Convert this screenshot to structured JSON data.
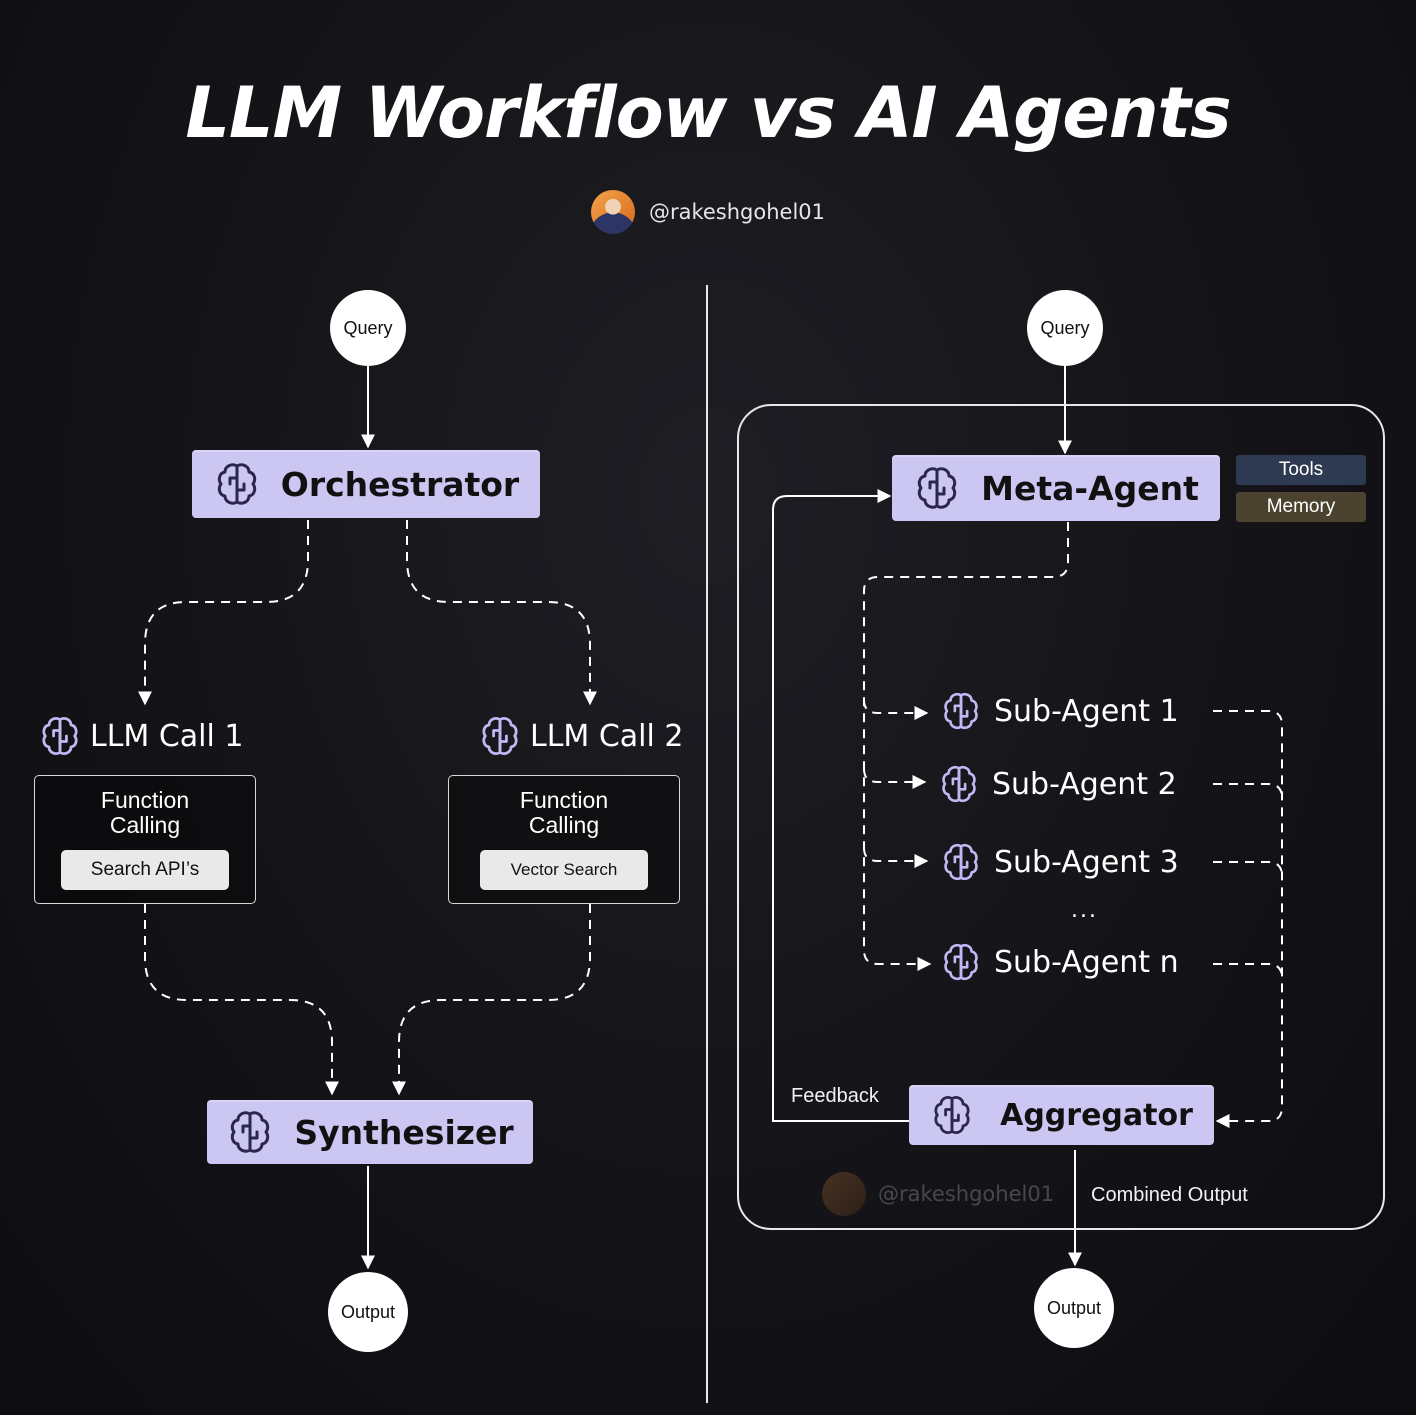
{
  "title": "LLM Workflow vs AI Agents",
  "author": {
    "handle": "@rakeshgohel01"
  },
  "workflow": {
    "query": "Query",
    "orchestrator": "Orchestrator",
    "call1": {
      "label": "LLM Call 1",
      "box_title": "Function\nCalling",
      "tool": "Search API’s"
    },
    "call2": {
      "label": "LLM Call 2",
      "box_title": "Function\nCalling",
      "tool": "Vector Search"
    },
    "synthesizer": "Synthesizer",
    "output": "Output"
  },
  "agents": {
    "query": "Query",
    "meta_agent": "Meta-Agent",
    "tags": {
      "tools": "Tools",
      "memory": "Memory"
    },
    "sub_agents": [
      "Sub-Agent 1",
      "Sub-Agent 2",
      "Sub-Agent 3",
      "Sub-Agent n"
    ],
    "ellipsis": "...",
    "feedback": "Feedback",
    "aggregator": "Aggregator",
    "combined_output": "Combined Output",
    "output": "Output",
    "watermark": "@rakeshgohel01"
  },
  "colors": {
    "node_fill": "#ccc6f3",
    "icon_stroke_on_node": "#2b2650",
    "icon_stroke_on_dark": "#c3b8f4",
    "tools_tag": "#2e3a52",
    "memory_tag": "#4b4330",
    "line": "#ffffff"
  },
  "icons": {
    "agent": "brain-chip-icon"
  }
}
